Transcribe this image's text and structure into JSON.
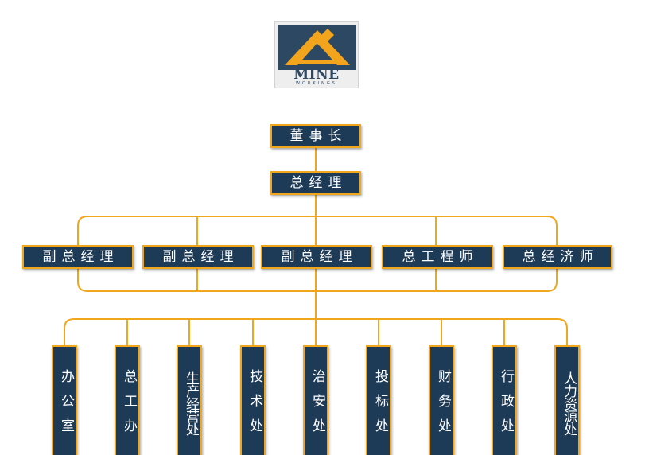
{
  "logo": {
    "name": "MINE",
    "sub": "WORKINGS",
    "colors": {
      "navy": "#2d4863",
      "orange": "#f2a51c",
      "background": "#eeeeee"
    }
  },
  "colors": {
    "box_fill": "#1d3a57",
    "box_border": "#f1a71c",
    "line": "#f1a71c",
    "text": "#ffffff"
  },
  "chairman": "董事长",
  "general_manager": "总经理",
  "executives": [
    "副总经理",
    "副总经理",
    "副总经理",
    "总工程师",
    "总经济师"
  ],
  "departments": [
    "办公室",
    "总工办",
    "生产经营处",
    "技术处",
    "治安处",
    "投标处",
    "财务处",
    "行政处",
    "人力资源处"
  ]
}
